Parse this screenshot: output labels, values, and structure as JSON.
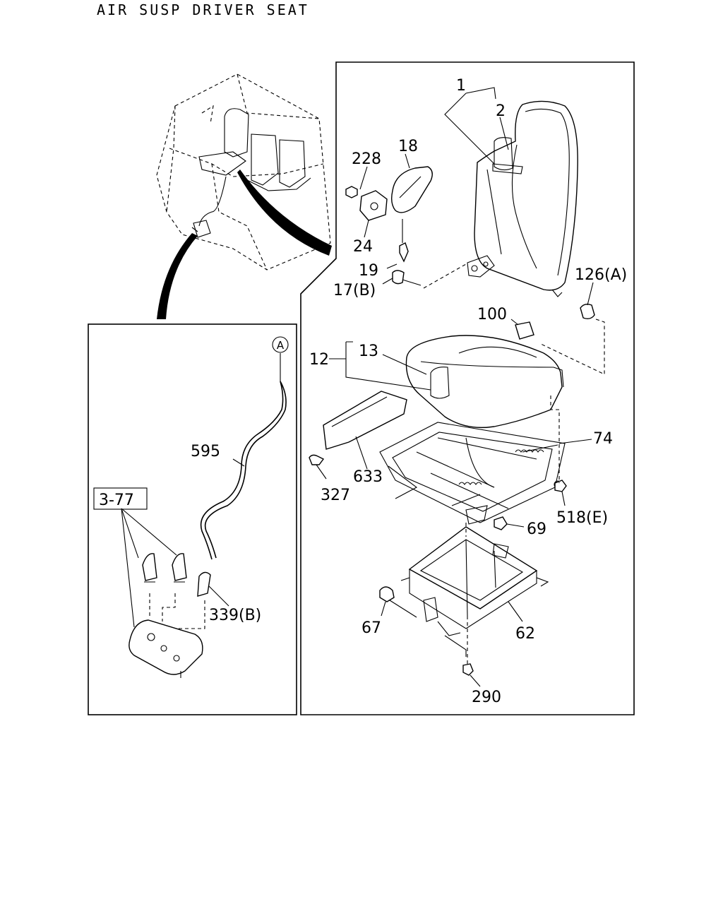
{
  "title": "AIR SUSP DRIVER SEAT",
  "callouts": {
    "p1": "1",
    "p2": "2",
    "p228": "228",
    "p18": "18",
    "p24": "24",
    "p19": "19",
    "p17b": "17(B)",
    "p126a": "126(A)",
    "p100": "100",
    "p12": "12",
    "p13": "13",
    "p74": "74",
    "p633": "633",
    "p327": "327",
    "p518e": "518(E)",
    "p69": "69",
    "p67": "67",
    "p62": "62",
    "p290": "290",
    "p595": "595",
    "p339b": "339(B)",
    "ref377": "3-77",
    "circleA": "A"
  },
  "colors": {
    "line": "#000000",
    "background": "#ffffff"
  }
}
